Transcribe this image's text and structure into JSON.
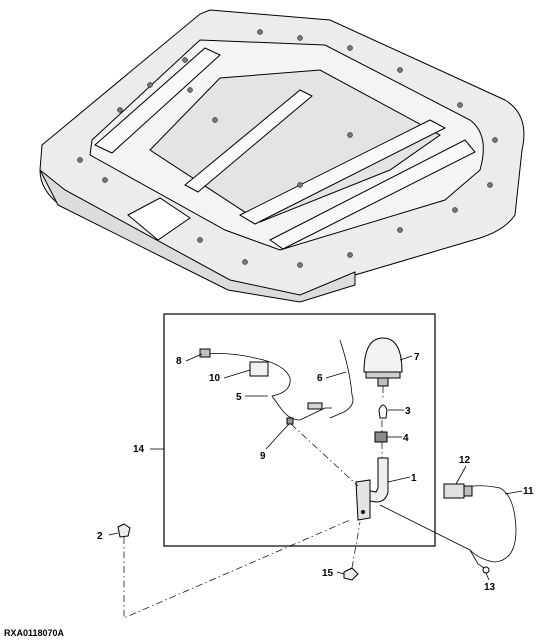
{
  "figure": {
    "figure_id": "RXA0118070A",
    "callouts": [
      "1",
      "2",
      "3",
      "4",
      "5",
      "6",
      "7",
      "8",
      "9",
      "10",
      "11",
      "12",
      "13",
      "14",
      "15"
    ]
  }
}
